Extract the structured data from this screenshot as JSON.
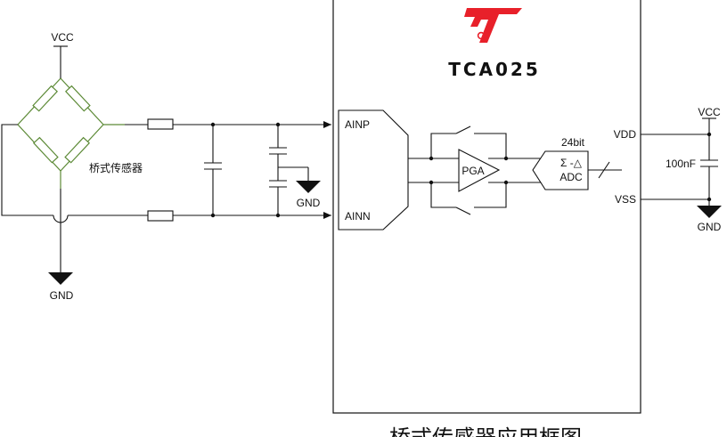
{
  "diagram": {
    "brand": {
      "logo_name": "TCA logo",
      "logo_color": "#e8202a",
      "chip_name": "TCA025"
    },
    "sensor": {
      "label": "桥式传感器",
      "color": "#5c8a36"
    },
    "labels": {
      "vcc_left": "VCC",
      "gnd_left": "GND",
      "gnd_cap": "GND",
      "ainp": "AINP",
      "ainn": "AINN",
      "pga": "PGA",
      "adc_top": "Σ -△",
      "adc_bottom": "ADC",
      "bits": "24bit",
      "vdd": "VDD",
      "vss": "VSS",
      "vcc_right": "VCC",
      "cap_value": "100nF",
      "gnd_right": "GND"
    },
    "caption": "桥式传感器应用框图"
  }
}
